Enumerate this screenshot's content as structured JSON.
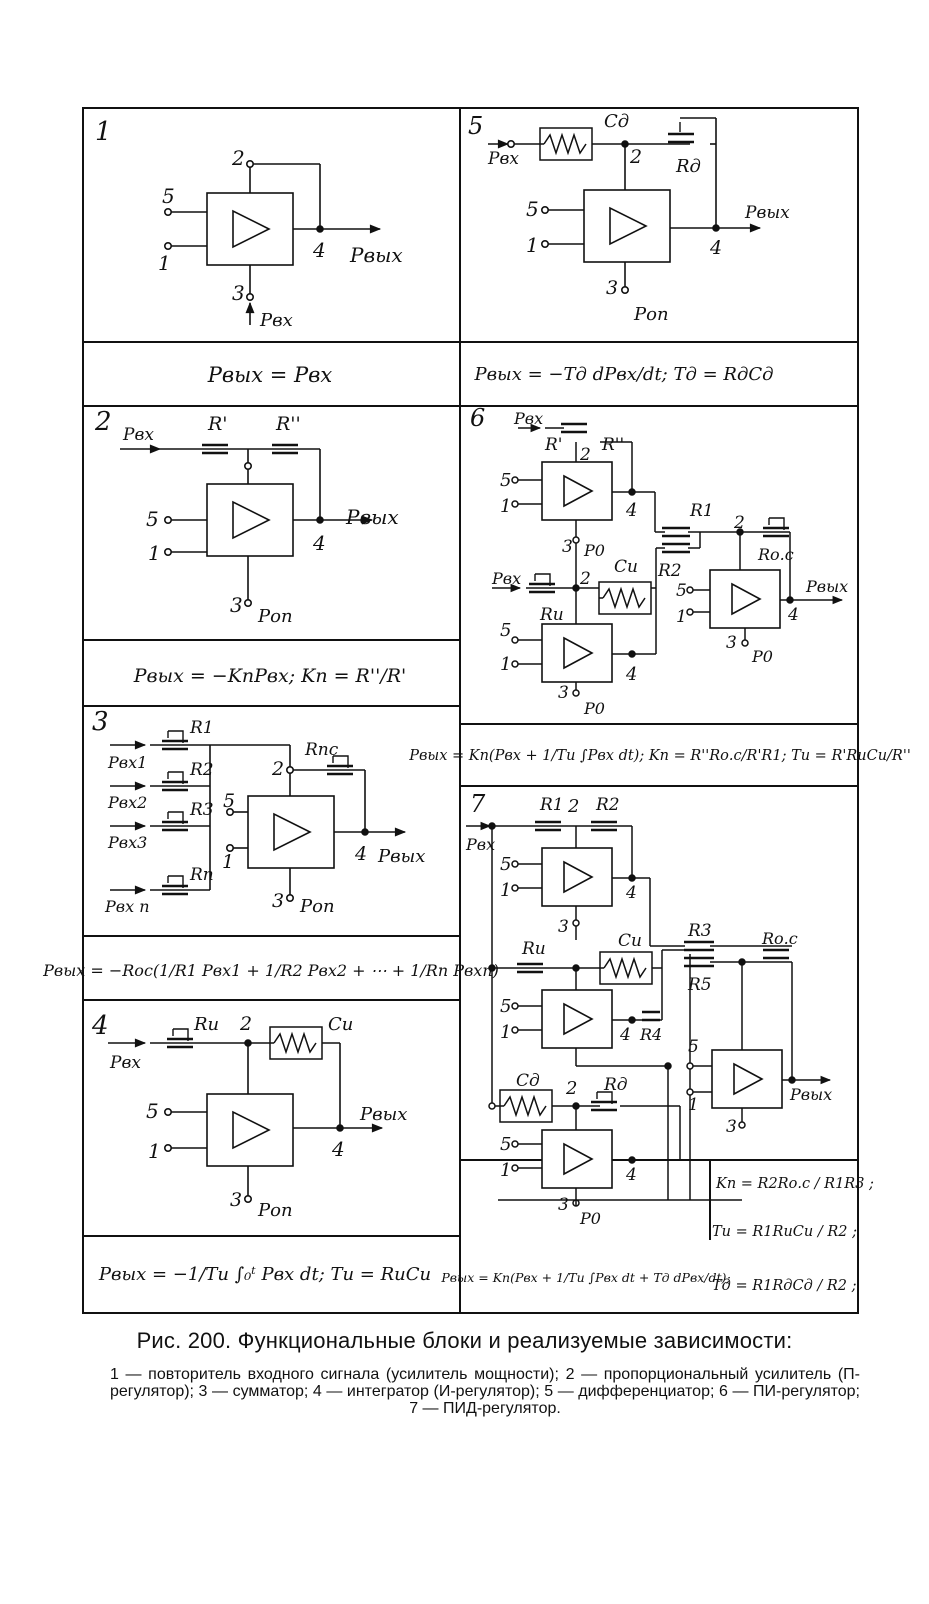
{
  "panels": [
    {
      "number": "1",
      "formula": "Pвых = Pвх",
      "labels": {
        "in5": "5",
        "in1": "1",
        "n2": "2",
        "n3": "3",
        "n4": "4",
        "out": "Pвых",
        "pin": "Pвх"
      }
    },
    {
      "number": "2",
      "formula": "Pвых = −KпPвх;  Kп = R''/R'",
      "labels": {
        "in5": "5",
        "in1": "1",
        "n3": "3",
        "n4": "4",
        "pin": "Pвх",
        "out": "Pвых",
        "rp": "R'",
        "rpp": "R''",
        "pon": "Pоп"
      }
    },
    {
      "number": "3",
      "formula": "Pвых = −Rос(1/R1 Pвх1 + 1/R2 Pвх2 + ⋯ + 1/Rn Pвхn)",
      "labels": {
        "in5": "5",
        "in1": "1",
        "n2": "2",
        "n3": "3",
        "n4": "4",
        "r1": "R1",
        "r2": "R2",
        "r3": "R3",
        "rn": "Rn",
        "rpc": "Rпс",
        "p1": "Pвх1",
        "p2": "Pвх2",
        "p3": "Pвх3",
        "pn": "Pвх n",
        "out": "Pвых",
        "pon": "Pоп"
      }
    },
    {
      "number": "4",
      "formula": "Pвых = −1/Tи ∫₀ᵗ Pвх dt;  Tи = RиCи",
      "labels": {
        "in5": "5",
        "in1": "1",
        "n2": "2",
        "n3": "3",
        "n4": "4",
        "ri": "Rи",
        "ci": "Cи",
        "pin": "Pвх",
        "out": "Pвых",
        "pon": "Pоп"
      }
    },
    {
      "number": "5",
      "formula": "Pвых = −Tд dPвх/dt;  Tд = RдCд",
      "labels": {
        "in5": "5",
        "in1": "1",
        "n2": "2",
        "n3": "3",
        "n4": "4",
        "cd": "Cд",
        "rd": "Rд",
        "pin": "Pвх",
        "out": "Pвых",
        "pon": "Pоп"
      }
    },
    {
      "number": "6",
      "formula": "Pвых = Kп(Pвх + 1/Tи ∫Pвх dt);  Kп = R''Rо.с/R'R1;  Tи = R'RиCи/R''",
      "labels": {
        "pin": "Pвх",
        "rp": "R'",
        "rpp": "R''",
        "n2": "2",
        "n3": "3",
        "n4": "4",
        "n5": "5",
        "n1": "1",
        "r1": "R1",
        "r2": "R2",
        "roc": "Rо.с",
        "ci": "Cи",
        "ri": "Rи",
        "p0": "P0",
        "out": "Pвых"
      }
    },
    {
      "number": "7",
      "formula": "Pвых = Kп(Pвх + 1/Tи ∫Pвх dt + Tд dPвх/dt);",
      "kp": "Kп = R2Rо.с / R1R3 ;",
      "ti": "Tи = R1RиCи / R2 ;",
      "td": "Tд = R1RдCд / R2 ;",
      "labels": {
        "pin": "Pвх",
        "r1": "R1",
        "r2": "R2",
        "r3": "R3",
        "r4": "R4",
        "r5": "R5",
        "ri": "Rи",
        "ci": "Cи",
        "cd": "Cд",
        "rd": "Rд",
        "roc": "Rо.с",
        "n1": "1",
        "n2": "2",
        "n3": "3",
        "n4": "4",
        "n5": "5",
        "p0": "P0",
        "out": "Pвых"
      }
    }
  ],
  "caption": {
    "title": "Рис. 200. Функциональные блоки и реализуемые зависимости:",
    "text": "1 — повторитель входного сигнала (усилитель мощности); 2 — пропорциональный усилитель (П-регулятор); 3 — сумматор; 4 — интегратор (И-регулятор); 5 — дифференциатор; 6 — ПИ-регулятор; 7 — ПИД-регулятор."
  }
}
